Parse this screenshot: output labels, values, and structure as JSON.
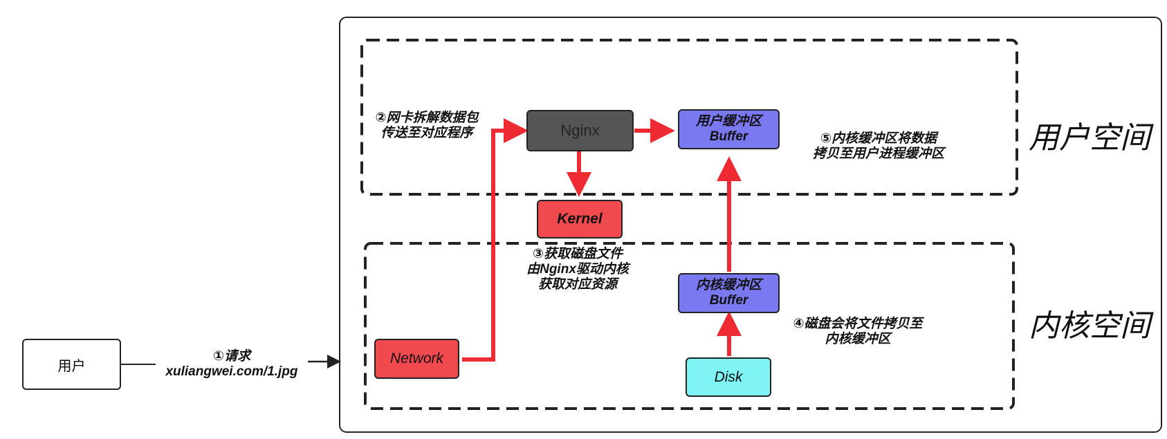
{
  "user_box": {
    "label": "用户"
  },
  "request_label": {
    "line1": "①请求",
    "line2": "xuliangwei.com/1.jpg"
  },
  "step2_label": {
    "line1": "②网卡拆解数据包",
    "line2": "传送至对应程序"
  },
  "step3_label": {
    "line1": "③获取磁盘文件",
    "line2": "由Nginx驱动内核",
    "line3": "获取对应资源"
  },
  "step4_label": {
    "line1": "④磁盘会将文件拷贝至",
    "line2": "内核缓冲区"
  },
  "step5_label": {
    "line1": "⑤内核缓冲区将数据",
    "line2": "拷贝至用户进程缓冲区"
  },
  "nodes": {
    "nginx": "Nginx",
    "user_buffer": {
      "line1": "用户缓冲区",
      "line2": "Buffer"
    },
    "kernel": "Kernel",
    "kernel_buffer": {
      "line1": "内核缓冲区",
      "line2": "Buffer"
    },
    "network": "Network",
    "disk": "Disk"
  },
  "regions": {
    "user_space": "用户空间",
    "kernel_space": "内核空间"
  },
  "colors": {
    "arrow_red": "#ee2a33",
    "nginx_fill": "#555555",
    "buffer_fill": "#7b79f2",
    "kernel_fill": "#f04a4f",
    "disk_fill": "#7ff4f4"
  }
}
